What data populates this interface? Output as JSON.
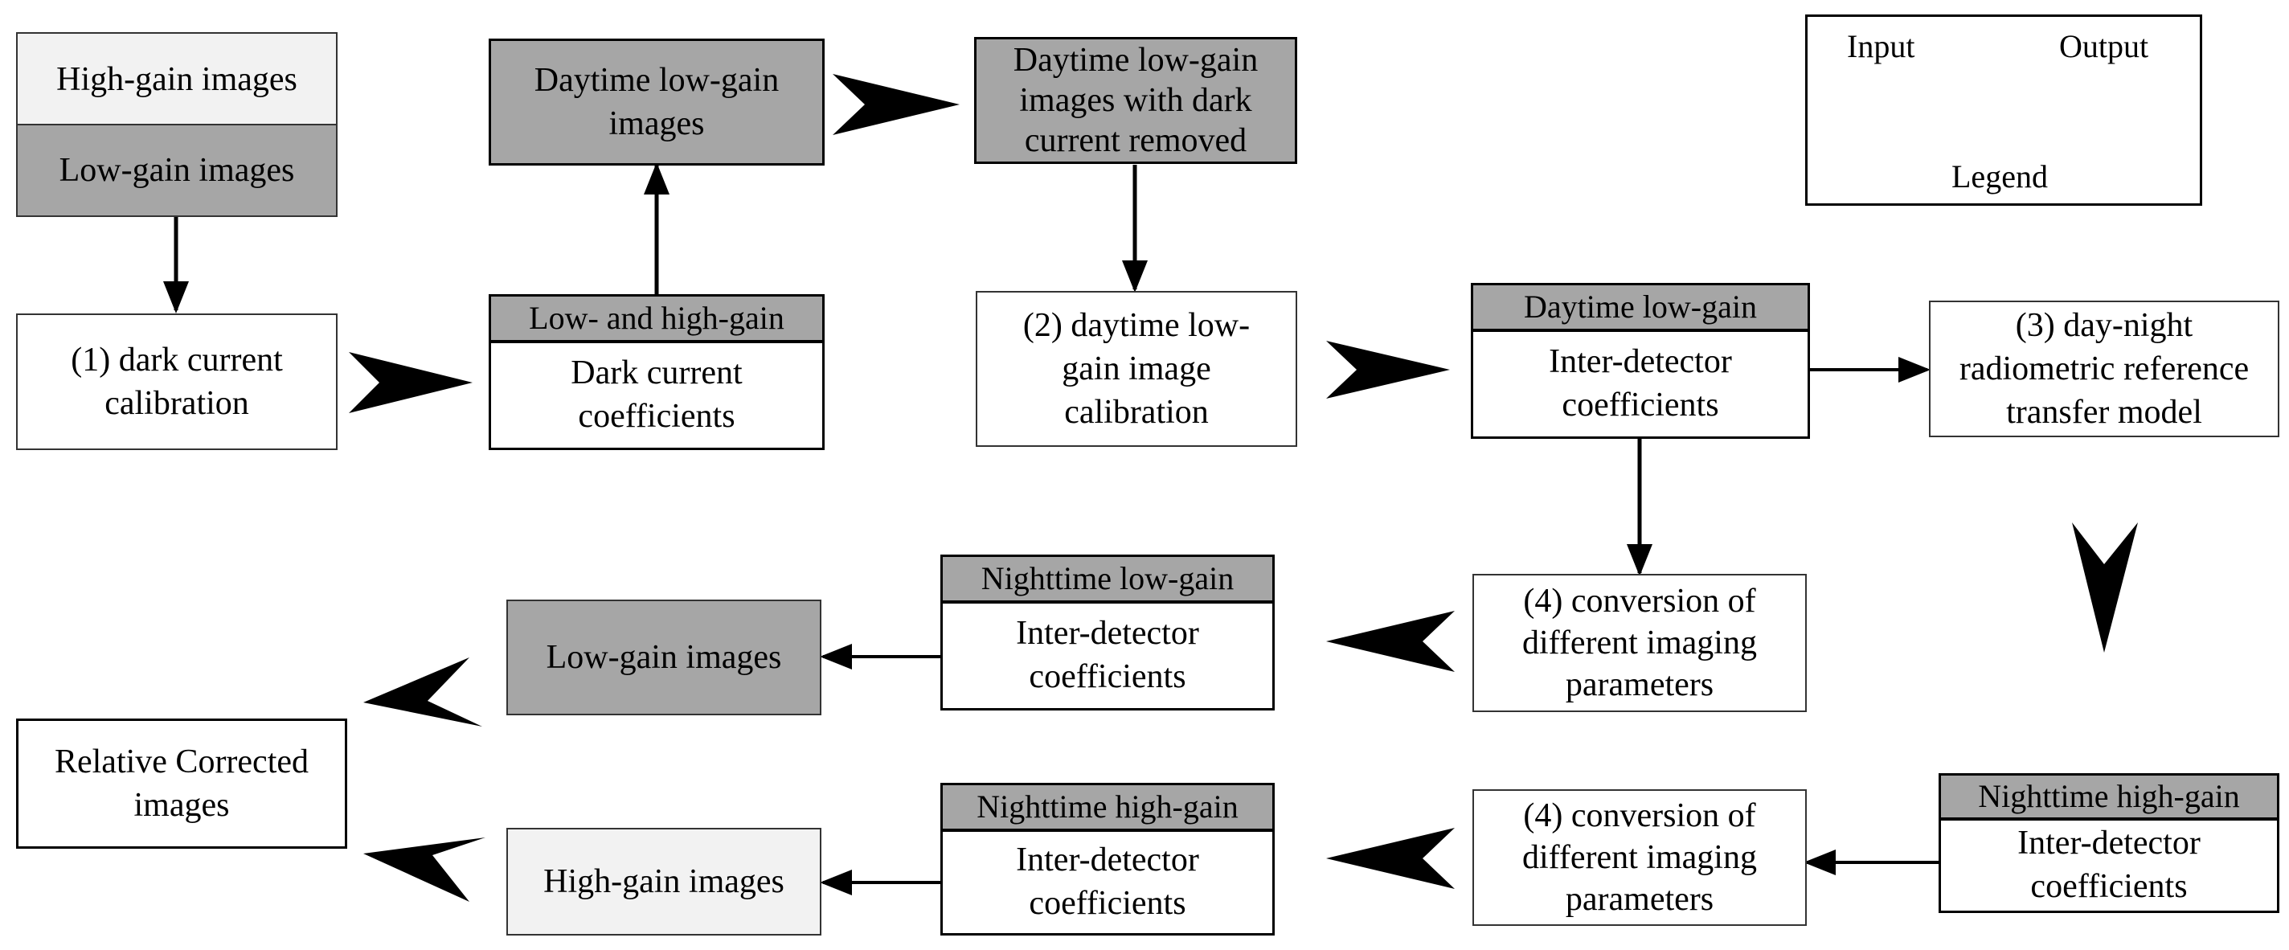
{
  "legend": {
    "input_label": "Input",
    "output_label": "Output",
    "caption": "Legend"
  },
  "inputs": {
    "high_gain_images": "High-gain images",
    "low_gain_images": "Low-gain images"
  },
  "step1": {
    "label": "(1) dark current calibration"
  },
  "dark_current": {
    "header": "Low- and high-gain",
    "body": "Dark current coefficients"
  },
  "daytime_images": {
    "label": "Daytime low-gain images"
  },
  "daytime_removed": {
    "label": "Daytime low-gain images with dark current removed"
  },
  "step2": {
    "label": "(2) daytime low-gain image calibration"
  },
  "daytime_coeff": {
    "header": "Daytime low-gain",
    "body": "Inter-detector coefficients"
  },
  "step3": {
    "label": "(3) day-night radiometric reference transfer model"
  },
  "step4_low": {
    "label": "(4) conversion of different imaging parameters"
  },
  "night_low_coeff": {
    "header": "Nighttime low-gain",
    "body": "Inter-detector coefficients"
  },
  "low_gain_result": {
    "label": "Low-gain images"
  },
  "relative": {
    "label": "Relative Corrected images"
  },
  "night_high_coeff": {
    "header": "Nighttime high-gain",
    "body": "Inter-detector coefficients"
  },
  "step4_high": {
    "label": "(4) conversion of different imaging parameters"
  },
  "high_gain_result": {
    "label": "High-gain images"
  },
  "colors": {
    "gray_fill": "#a6a6a6",
    "light_fill": "#f2f2f2",
    "stroke": "#000000"
  }
}
